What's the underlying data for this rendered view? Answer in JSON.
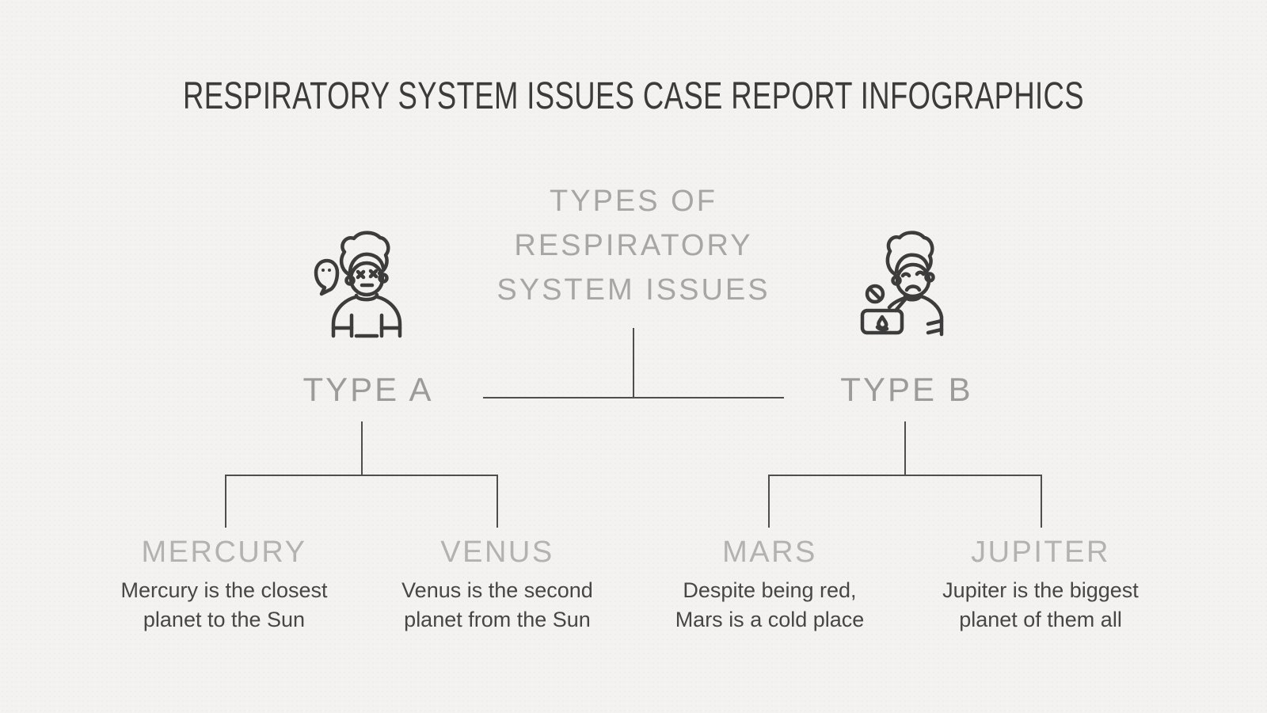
{
  "title": "RESPIRATORY SYSTEM ISSUES CASE REPORT INFOGRAPHICS",
  "tree": {
    "root_label": "TYPES OF\nRESPIRATORY\nSYSTEM ISSUES",
    "branches": [
      {
        "label": "TYPE A",
        "icon": "sick-person-with-ghost-icon",
        "children": [
          {
            "label": "MERCURY",
            "description": "Mercury is the closest\nplanet to the Sun"
          },
          {
            "label": "VENUS",
            "description": "Venus is the second\nplanet from the Sun"
          }
        ]
      },
      {
        "label": "TYPE B",
        "icon": "sad-person-with-no-sign-and-tissues-icon",
        "children": [
          {
            "label": "MARS",
            "description": "Despite being red,\nMars is a cold place"
          },
          {
            "label": "JUPITER",
            "description": "Jupiter is the biggest\nplanet of them all"
          }
        ]
      }
    ]
  },
  "colors": {
    "background": "#f3f2f0",
    "title_text": "#3b3b3b",
    "root_heading_text": "#a7a6a4",
    "branch_label_text": "#9c9b99",
    "leaf_label_text": "#b3b2b0",
    "description_text": "#464646",
    "connector_line": "#4e4e4e",
    "icon_stroke": "#3c3c3c"
  }
}
